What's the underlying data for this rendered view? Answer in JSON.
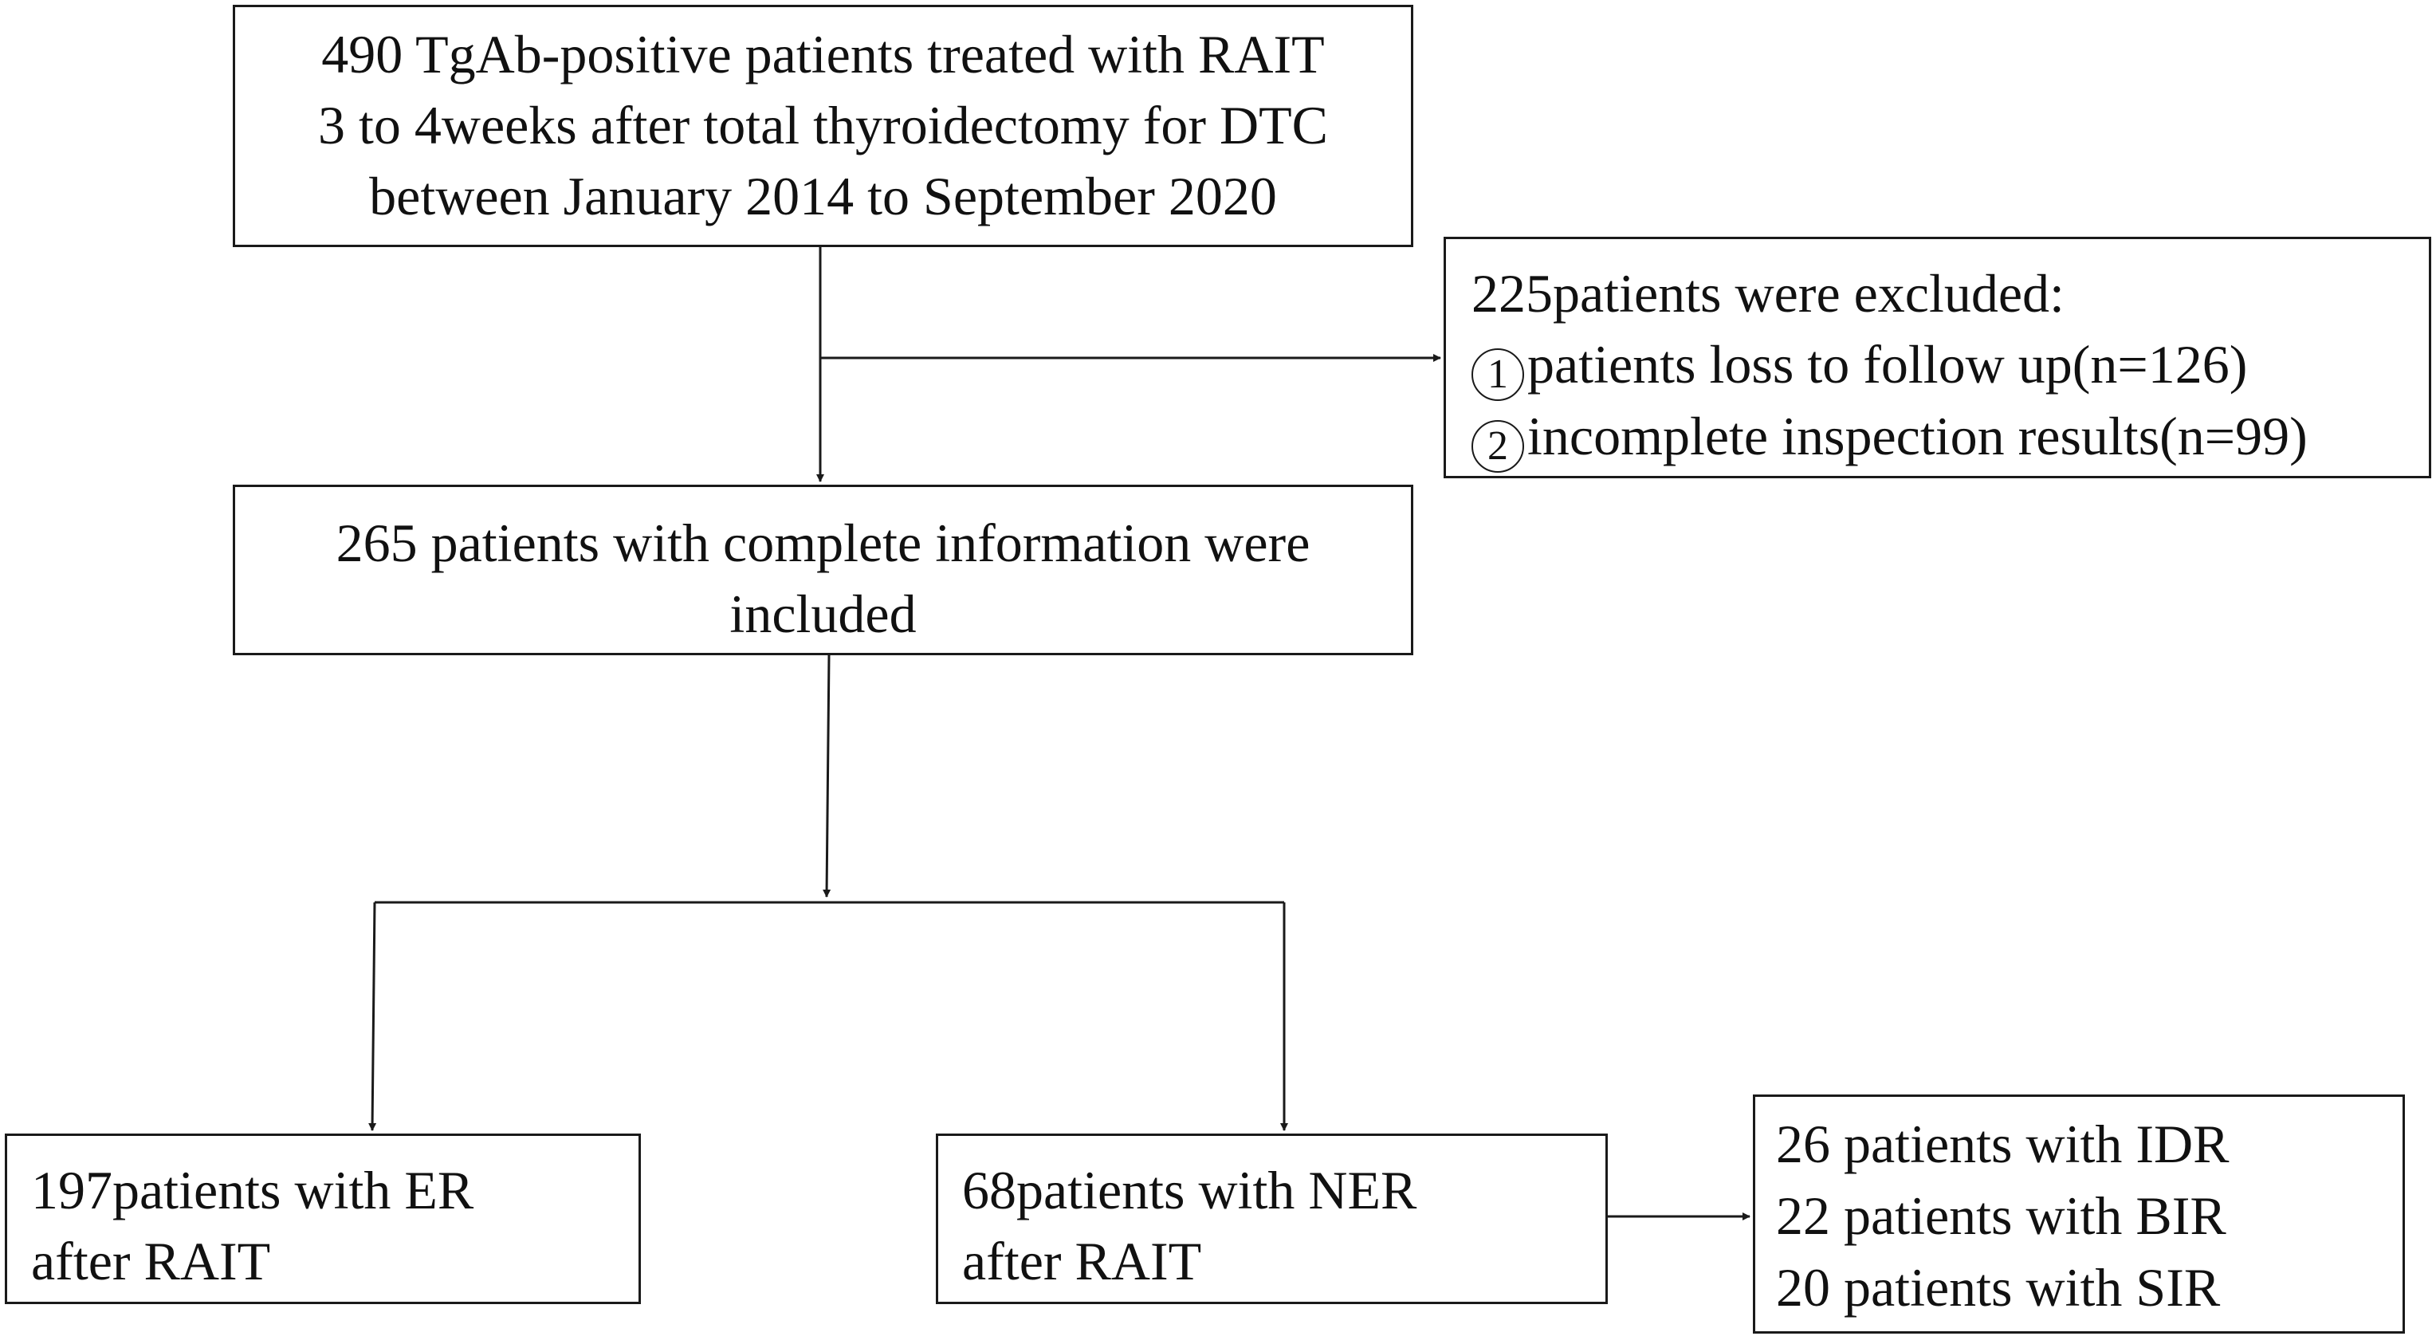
{
  "boxes": {
    "enrolled": {
      "lines": [
        "490 TgAb-positive  patients treated with RAIT",
        "3 to 4weeks after total thyroidectomy for DTC",
        "between January 2014 to September 2020"
      ]
    },
    "excluded": {
      "title": "225patients were excluded:",
      "items": [
        {
          "marker": "1",
          "text": "patients loss to follow up(n=126)"
        },
        {
          "marker": "2",
          "text": "incomplete inspection results(n=99)"
        }
      ]
    },
    "included": {
      "lines": [
        "265 patients with complete information were",
        "included"
      ]
    },
    "er": {
      "lines": [
        "197patients with ER",
        "after RAIT"
      ]
    },
    "ner": {
      "lines": [
        "68patients with NER",
        "after RAIT"
      ]
    },
    "ner_breakdown": {
      "lines": [
        "26 patients with IDR",
        "22 patients with BIR",
        "20 patients with SIR"
      ]
    }
  },
  "colors": {
    "line": "#1a1a1a",
    "text": "#111111",
    "background": "#ffffff"
  }
}
